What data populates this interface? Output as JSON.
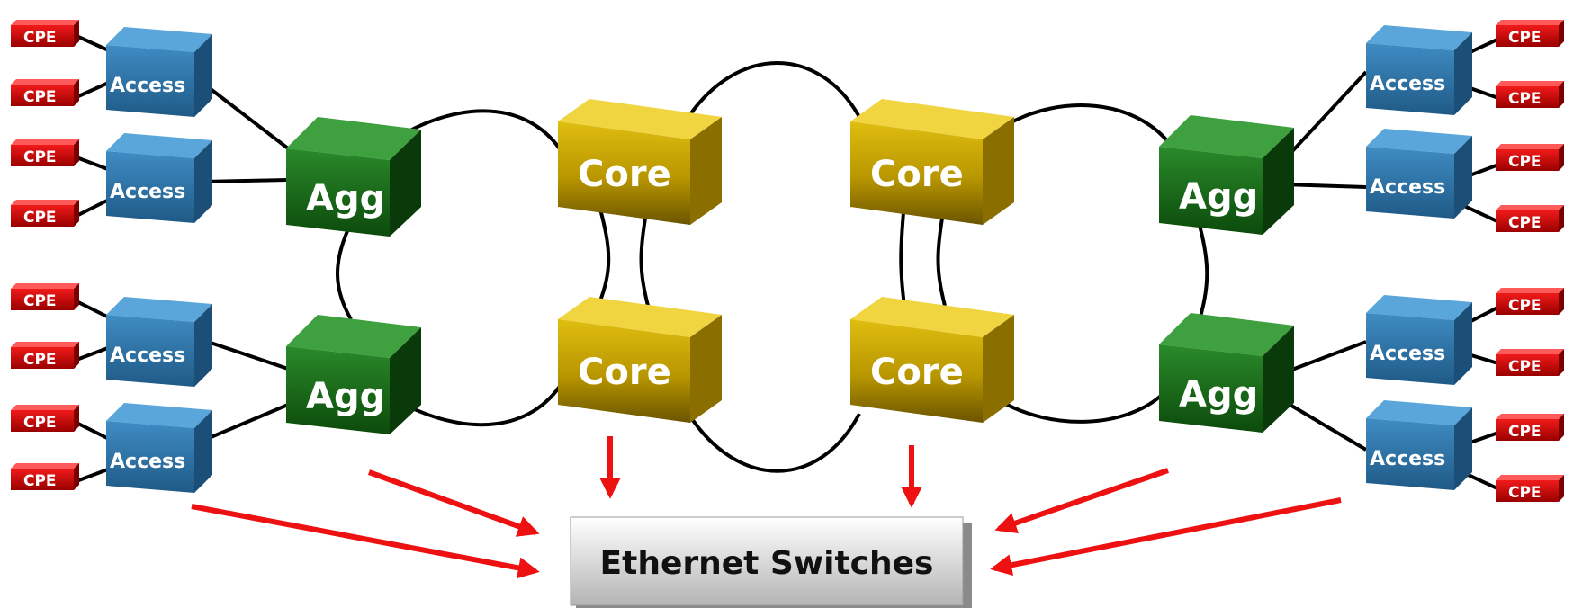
{
  "labels": {
    "cpe": "CPE",
    "access": "Access",
    "agg": "Agg",
    "core": "Core",
    "ethernet_switches": "Ethernet Switches"
  },
  "colors": {
    "cpe": "#c80000",
    "access": "#2f79ad",
    "agg": "#1b6b1b",
    "core": "#c9a800",
    "arrow": "#ee1111",
    "link": "#000000"
  }
}
